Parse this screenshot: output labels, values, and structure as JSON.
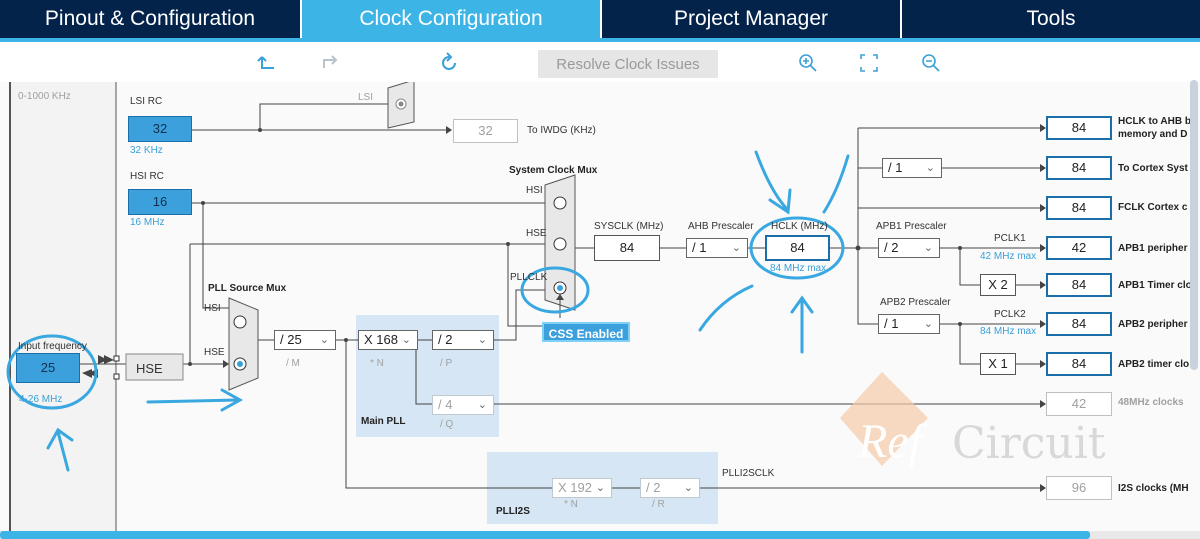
{
  "tabs": [
    {
      "label": "Pinout & Configuration",
      "active": false
    },
    {
      "label": "Clock Configuration",
      "active": true
    },
    {
      "label": "Project Manager",
      "active": false
    },
    {
      "label": "Tools",
      "active": false
    }
  ],
  "toolbar": {
    "undo_icon": "undo-icon",
    "redo_icon": "redo-icon",
    "refresh_icon": "refresh-icon",
    "resolve_label": "Resolve Clock Issues",
    "zoom_in_icon": "zoom-in-icon",
    "fit_icon": "fit-screen-icon",
    "zoom_out_icon": "zoom-out-icon"
  },
  "diagram": {
    "lse_range": "0-1000 KHz",
    "lsi": {
      "title": "LSI RC",
      "value": "32",
      "sub": "32 KHz",
      "mux_label": "LSI",
      "iwdg_value": "32",
      "iwdg_label": "To IWDG (KHz)"
    },
    "hsi": {
      "title": "HSI RC",
      "value": "16",
      "sub": "16 MHz"
    },
    "input": {
      "title": "Input frequency",
      "value": "25",
      "range": "4-26 MHz",
      "hse_block": "HSE"
    },
    "pll_src_mux": {
      "title": "PLL Source Mux",
      "hsi": "HSI",
      "hse": "HSE"
    },
    "sys_mux": {
      "title": "System Clock Mux",
      "hsi": "HSI",
      "hse": "HSE",
      "pllclk": "PLLCLK"
    },
    "css_label": "CSS Enabled",
    "pll_m": {
      "value": "/ 25",
      "label": "/ M"
    },
    "main_pll": {
      "title": "Main PLL",
      "n_value": "X 168",
      "n_label": "* N",
      "p_value": "/ 2",
      "p_label": "/ P",
      "q_value": "/ 4",
      "q_label": "/ Q"
    },
    "sysclk": {
      "label": "SYSCLK (MHz)",
      "value": "84"
    },
    "ahb": {
      "label": "AHB Prescaler",
      "value": "/ 1"
    },
    "hclk": {
      "label": "HCLK (MHz)",
      "value": "84",
      "max": "84 MHz max"
    },
    "apb1": {
      "label": "APB1 Prescaler",
      "value": "/ 2",
      "pclk": "PCLK1",
      "max": "42 MHz max",
      "mult": "X 2"
    },
    "apb2": {
      "label": "APB2 Prescaler",
      "value": "/ 1",
      "pclk": "PCLK2",
      "max": "84 MHz max",
      "mult": "X 1"
    },
    "cortex_div": "/ 1",
    "outputs": [
      {
        "value": "84",
        "label": "HCLK to AHB b",
        "label2": "memory and D"
      },
      {
        "value": "84",
        "label": "To Cortex Syst"
      },
      {
        "value": "84",
        "label": "FCLK Cortex c"
      },
      {
        "value": "42",
        "label": "APB1 peripher"
      },
      {
        "value": "84",
        "label": "APB1 Timer clo"
      },
      {
        "value": "84",
        "label": "APB2 peripher"
      },
      {
        "value": "84",
        "label": "APB2 timer clo"
      },
      {
        "value": "42",
        "label": "48MHz clocks"
      },
      {
        "value": "96",
        "label": "I2S clocks (MH"
      }
    ],
    "plli2s": {
      "title": "PLLI2S",
      "n_value": "X 192",
      "n_label": "* N",
      "r_value": "/ 2",
      "r_label": "/ R",
      "clk_label": "PLLI2SCLK"
    },
    "watermark": {
      "ref": "Ref",
      "circuit": "Circuit"
    }
  },
  "colors": {
    "tab_bg": "#03234b",
    "tab_active": "#3cb4e6",
    "box_fill": "#3ca0dc",
    "annotation": "#3aa8e0"
  }
}
